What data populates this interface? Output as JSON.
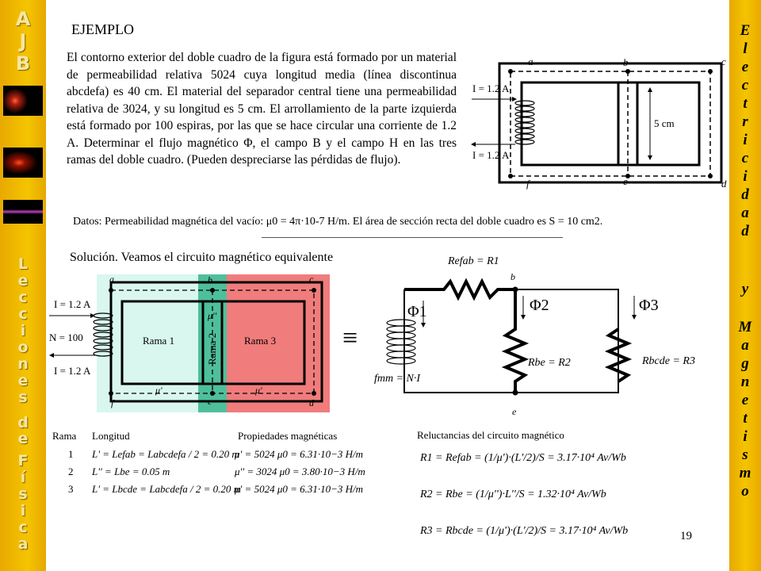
{
  "sidebar_left": {
    "logo": [
      "A",
      "J",
      "B"
    ],
    "word1": [
      "L",
      "e",
      "c",
      "c",
      "i",
      "o",
      "n",
      "e",
      "s"
    ],
    "word2": [
      "d",
      "e"
    ],
    "word3": [
      "F",
      "í",
      "s",
      "i",
      "c",
      "a"
    ]
  },
  "sidebar_right": {
    "word1": [
      "E",
      "l",
      "e",
      "c",
      "t",
      "r",
      "i",
      "c",
      "i",
      "d",
      "a",
      "d"
    ],
    "word2": [
      "y"
    ],
    "word3": [
      "M",
      "a",
      "g",
      "n",
      "e",
      "t",
      "i",
      "s",
      "m",
      "o"
    ]
  },
  "title": "EJEMPLO",
  "paragraph": "El contorno exterior del doble cuadro de la figura está formado por un material de permeabilidad relativa 5024 cuya longitud media (línea discontinua abcdefa) es 40 cm. El material del separador central tiene una permeabilidad relativa de 3024, y su longitud es 5 cm. El arrollamiento de la parte izquierda está formado por 100 espiras, por las que se hace circular una corriente de 1.2 A. Determinar el flujo magnético Φ, el campo B y el campo H en las tres ramas del doble cuadro. (Pueden despreciarse las pérdidas de flujo).",
  "datos": "Datos: Permeabilidad magnética del vacío: μ0 = 4π·10-7 H/m. El área de sección recta del doble cuadro es S = 10 cm2.",
  "solution": "Solución. Veamos el circuito magnético equivalente",
  "figure1": {
    "corners": [
      "a",
      "b",
      "c",
      "d",
      "e",
      "f"
    ],
    "current_top": "I = 1.2 A",
    "current_bottom": "I = 1.2 A",
    "dimension": "5 cm"
  },
  "figure2": {
    "corners": [
      "a",
      "b",
      "c",
      "d",
      "e",
      "f"
    ],
    "current_top": "I = 1.2 A",
    "turns": "N = 100",
    "current_bottom": "I = 1.2 A",
    "branch1": "Rama 1",
    "branch2": "Rama 2",
    "branch3": "Rama 3",
    "mu_prime": "μ'",
    "mu_double": "μ''"
  },
  "circuit": {
    "r_top": "Refab = R1",
    "node_b": "b",
    "node_e": "e",
    "phi1": "Φ1",
    "phi2": "Φ2",
    "phi3": "Φ3",
    "r_mid": "Rbe = R2",
    "r_right": "Rbcde = R3",
    "source": "fmm = N·I",
    "equiv": "≡"
  },
  "table": {
    "headers": [
      "Rama",
      "Longitud",
      "Propiedades magnéticas"
    ],
    "rows": [
      {
        "rama": "1",
        "longitud": "L' = Lefab = Labcdefa / 2 = 0.20 m",
        "prop": "μ' = 5024 μ0 = 6.31·10−3 H/m"
      },
      {
        "rama": "2",
        "longitud": "L'' = Lbe = 0.05 m",
        "prop": "μ'' = 3024 μ0 = 3.80·10−3 H/m"
      },
      {
        "rama": "3",
        "longitud": "L' = Lbcde = Labcdefa / 2 = 0.20 m",
        "prop": "μ' = 5024 μ0 = 6.31·10−3 H/m"
      }
    ]
  },
  "reluctances": {
    "header": "Reluctancias del circuito magnético",
    "r1": "R1 = Refab = (1/μ')·(L'/2)/S = 3.17·10⁴ Av/Wb",
    "r2": "R2 = Rbe = (1/μ'')·L''/S = 1.32·10⁴ Av/Wb",
    "r3": "R3 = Rbcde = (1/μ')·(L'/2)/S = 3.17·10⁴ Av/Wb"
  },
  "page_number": "19",
  "colors": {
    "sidebar": "#f5c400",
    "rama1": "#d9f7ee",
    "rama2": "#4fbf9b",
    "rama3": "#f07c7c"
  }
}
